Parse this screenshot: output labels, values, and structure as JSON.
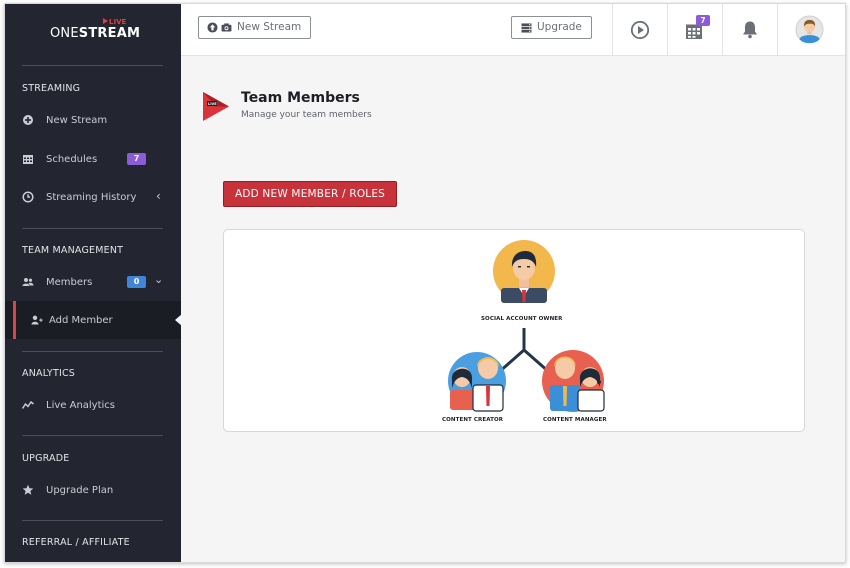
{
  "brand": {
    "name_light": "ONE",
    "name_bold": "STREAM",
    "live_tag": "LIVE"
  },
  "sidebar": {
    "sections": [
      {
        "title": "STREAMING"
      },
      {
        "title": "TEAM MANAGEMENT"
      },
      {
        "title": "ANALYTICS"
      },
      {
        "title": "UPGRADE"
      },
      {
        "title": "REFERRAL / AFFILIATE"
      }
    ],
    "items": {
      "new_stream": {
        "label": "New Stream",
        "icon": "plus-circle-icon"
      },
      "schedules": {
        "label": "Schedules",
        "badge": "7",
        "icon": "calendar-icon"
      },
      "streaming_history": {
        "label": "Streaming History",
        "icon": "clock-icon"
      },
      "members": {
        "label": "Members",
        "badge": "0",
        "icon": "users-icon"
      },
      "add_member": {
        "label": "Add Member",
        "icon": "user-plus-icon"
      },
      "live_analytics": {
        "label": "Live Analytics",
        "icon": "trend-line-icon"
      },
      "upgrade_plan": {
        "label": "Upgrade Plan",
        "icon": "star-icon"
      }
    }
  },
  "topbar": {
    "new_stream_label": "New Stream",
    "upgrade_label": "Upgrade",
    "calendar_badge": "7"
  },
  "page": {
    "title": "Team Members",
    "subtitle": "Manage your team members",
    "add_button": "ADD NEW MEMBER / ROLES"
  },
  "diagram": {
    "owner_label": "SOCIAL ACCOUNT OWNER",
    "creator_label": "CONTENT CREATOR",
    "manager_label": "CONTENT MANAGER"
  },
  "colors": {
    "sidebar_bg": "#232631",
    "accent_red": "#c8323b",
    "badge_purple": "#8c5bd8",
    "badge_blue": "#3f86d8",
    "owner_circle": "#f2b84b",
    "creator_circle": "#4a9fe0",
    "manager_circle": "#e8604f"
  }
}
